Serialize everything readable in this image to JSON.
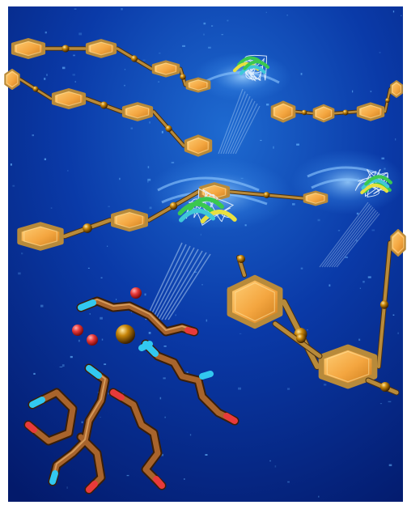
{
  "scene": {
    "colors": {
      "background_deep": "#031a6b",
      "background_mid": "#0a3aa8",
      "background_light": "#2a7ad8",
      "ring_gold": "#f4a640",
      "ring_gold_edge": "#c8902a",
      "ring_highlight": "#ffe4a0",
      "bond_gold": "#b88a3a",
      "stick_bronze": "#9a5a28",
      "atom_red": "#e83a3a",
      "atom_cyan": "#32c8f0",
      "metal_sphere": "#c8860a",
      "protein_green": "#3ac850",
      "protein_yellow": "#e8e040",
      "protein_cyan": "#40c8d8",
      "glow_blue": "#5ab0ff"
    },
    "elements": [
      "aromatic-linker-chain",
      "protein-ribbon-icon",
      "metal-center-sphere",
      "amino-acid-sticks",
      "water-molecules",
      "energy-swirls"
    ]
  }
}
